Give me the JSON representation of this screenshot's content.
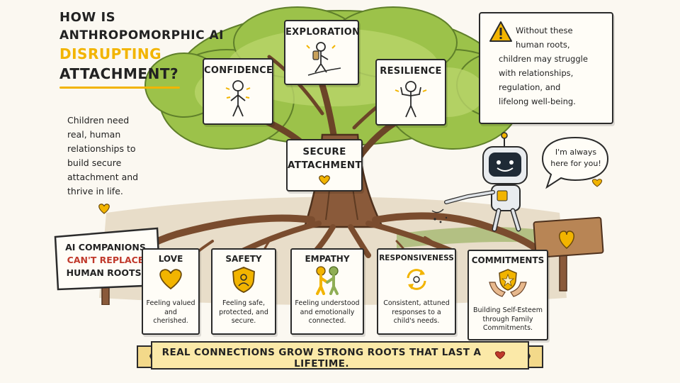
{
  "title": {
    "line1": "HOW IS",
    "line2": "ANTHROPOMORPHIC AI",
    "line3": "DISRUPTING",
    "line4": "ATTACHMENT?"
  },
  "intro": {
    "lines": [
      "Children need",
      "real, human",
      "relationships to",
      "build secure",
      "attachment and",
      "thrive in life."
    ]
  },
  "warning": {
    "lines": [
      "Without these",
      "human roots,",
      "children may struggle",
      "with relationships,",
      "regulation, and",
      "lifelong well-being."
    ]
  },
  "branches": {
    "confidence": "CONFIDENCE",
    "exploration": "EXPLORATION",
    "resilience": "RESILIENCE"
  },
  "trunk": {
    "line1": "SECURE",
    "line2": "ATTACHMENT"
  },
  "robot": {
    "speech_line1": "I'm always",
    "speech_line2": "here for you!"
  },
  "ai_sign": {
    "line1": "AI COMPANIONS",
    "line2": "CAN'T REPLACE",
    "line3": "HUMAN ROOTS."
  },
  "roots": [
    {
      "title": "LOVE",
      "desc": [
        "Feeling valued",
        "and cherished."
      ]
    },
    {
      "title": "SAFETY",
      "desc": [
        "Feeling safe,",
        "protected, and",
        "secure."
      ]
    },
    {
      "title": "EMPATHY",
      "desc": [
        "Feeling understood",
        "and emotionally",
        "connected."
      ]
    },
    {
      "title": "RESPONSIVENESS",
      "desc": [
        "Consistent, attuned",
        "responses to a",
        "child's needs."
      ]
    },
    {
      "title": "COMMITMENTS",
      "desc": [
        "Building Self-Esteem",
        "through Family",
        "Commitments."
      ]
    }
  ],
  "banner": {
    "text": "REAL CONNECTIONS GROW STRONG ROOTS THAT LAST A LIFETIME."
  },
  "colors": {
    "ink": "#2b2b2b",
    "accent_yellow": "#f2b400",
    "accent_red": "#c0392b",
    "trunk": "#8a5a3a",
    "foliage": "#9cc24a",
    "ground": "#cdb89a",
    "banner": "#fbe9a8"
  }
}
